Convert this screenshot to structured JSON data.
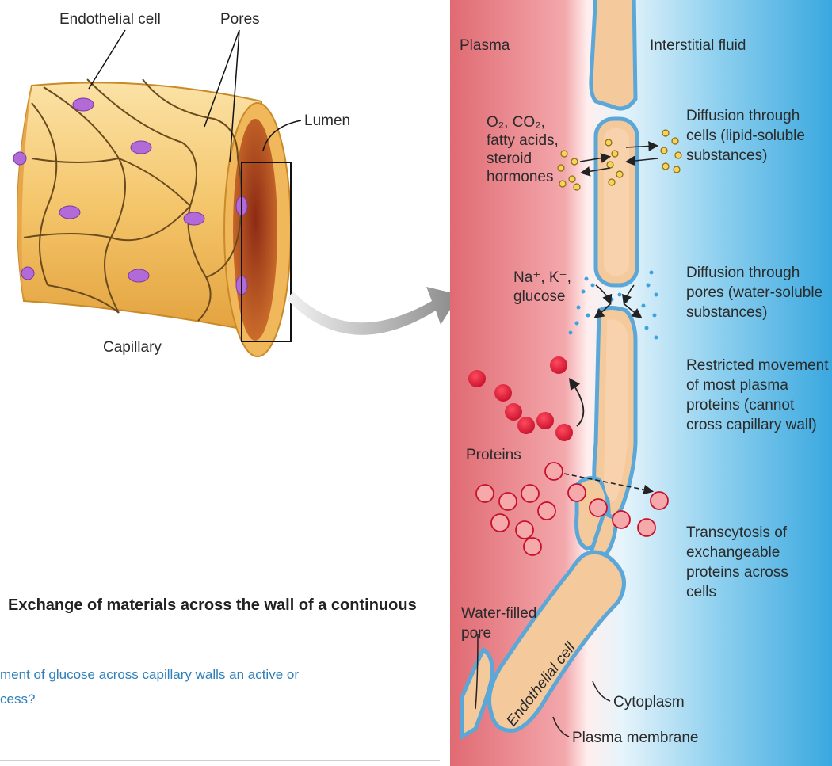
{
  "left_labels": {
    "endothelial_cell": "Endothelial cell",
    "pores": "Pores",
    "lumen": "Lumen",
    "capillary": "Capillary"
  },
  "right_labels": {
    "plasma": "Plasma",
    "interstitial_fluid": "Interstitial fluid",
    "lipid_solutes": [
      "O₂, CO₂,",
      "fatty acids,",
      "steroid",
      "hormones"
    ],
    "diffusion_cells": [
      "Diffusion through",
      "cells (lipid-soluble",
      "substances)"
    ],
    "ions": [
      "Na⁺, K⁺,",
      "glucose"
    ],
    "diffusion_pores": [
      "Diffusion through",
      "pores (water-soluble",
      "substances)"
    ],
    "restricted": [
      "Restricted movement",
      "of most plasma",
      "proteins (cannot",
      "cross capillary wall)"
    ],
    "proteins": "Proteins",
    "transcytosis": [
      "Transcytosis of",
      "exchangeable",
      "proteins across",
      "cells"
    ],
    "water_filled_pore": [
      "Water-filled",
      "pore"
    ],
    "endothelial_cell_rot": "Endothelial cell",
    "cytoplasm": "Cytoplasm",
    "plasma_membrane": "Plasma membrane"
  },
  "caption": "Exchange of materials across the wall of a continuous",
  "question": [
    "ment of glucose across capillary walls an active or",
    "cess?"
  ],
  "colors": {
    "plasma_red": "#e0525c",
    "interstitial_blue": "#35a6df",
    "cell_tan": "#f2c89a",
    "membrane_blue": "#5aa7d8",
    "protein_red": "#e0203c",
    "caption_blue": "#2f7fb8"
  }
}
